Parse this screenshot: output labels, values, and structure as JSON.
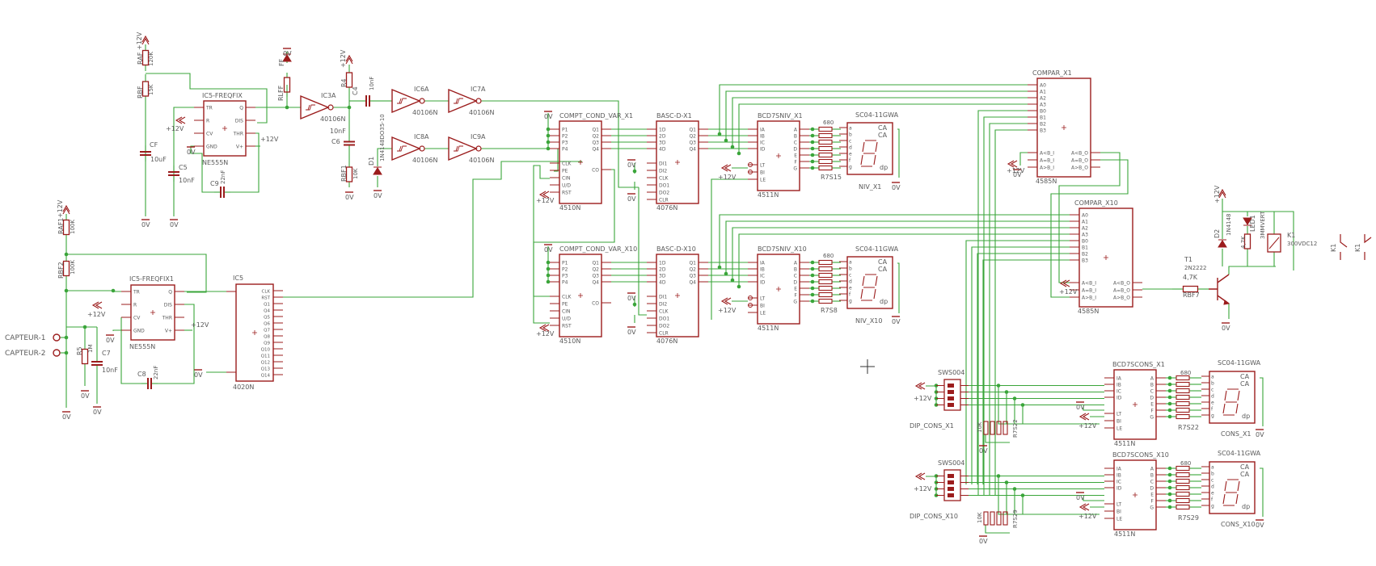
{
  "colors": {
    "wire": "#3aa53a",
    "part": "#9b1c1c",
    "label": "#5a5a5a",
    "background": "#ffffff"
  },
  "nets": {
    "vcc": "+12V",
    "gnd": "0V",
    "inputs": [
      "CAPTEUR-1",
      "CAPTEUR-2"
    ]
  },
  "parts": {
    "ic5_freqfix": {
      "name": "IC5-FREQFIX",
      "value": "NE555N"
    },
    "ic5_freqfix1": {
      "name": "IC5-FREQFIX1",
      "value": "NE555N"
    },
    "ic5": {
      "name": "IC5",
      "value": "4020N"
    },
    "ic3a": {
      "name": "IC3A",
      "value": "40106N"
    },
    "ic6a": {
      "name": "IC6A",
      "value": "40106N"
    },
    "ic7a": {
      "name": "IC7A",
      "value": "40106N"
    },
    "ic8a": {
      "name": "IC8A",
      "value": "40106N"
    },
    "ic9a": {
      "name": "IC9A",
      "value": "40106N"
    },
    "compt_x1": {
      "name": "COMPT_COND_VAR_X1",
      "value": "4510N"
    },
    "compt_x10": {
      "name": "COMPT_COND_VAR_X10",
      "value": "4510N"
    },
    "basc_x1": {
      "name": "BASC-D-X1",
      "value": "4076N"
    },
    "basc_x10": {
      "name": "BASC-D-X10",
      "value": "4076N"
    },
    "bcd_niv_x1": {
      "name": "BCD7SNIV_X1",
      "value": "4511N"
    },
    "bcd_niv_x10": {
      "name": "BCD7SNIV_X10",
      "value": "4511N"
    },
    "bcd_cons_x1": {
      "name": "BCD7SCONS_X1",
      "value": "4511N"
    },
    "bcd_cons_x10": {
      "name": "BCD7SCONS_X10",
      "value": "4511N"
    },
    "disp_niv_x1": {
      "name": "SC04-11GWA",
      "value": "NIV_X1"
    },
    "disp_niv_x10": {
      "name": "SC04-11GWA",
      "value": "NIV_X10"
    },
    "disp_cons_x1": {
      "name": "SC04-11GWA",
      "value": "CONS_X1"
    },
    "disp_cons_x10": {
      "name": "SC04-11GWA",
      "value": "CONS_X10"
    },
    "compar_x1": {
      "name": "COMPAR_X1",
      "value": "4585N"
    },
    "compar_x10": {
      "name": "COMPAR_X10",
      "value": "4585N"
    },
    "dip_x1": {
      "name": "SWS004",
      "value": "DIP_CONS_X1"
    },
    "dip_x10": {
      "name": "SWS004",
      "value": "DIP_CONS_X10"
    },
    "rnet": [
      "R7S15",
      "R7S8",
      "R7S22",
      "R7S29"
    ],
    "rnet_value": "680",
    "raf": {
      "name": "RAF",
      "value": "120K"
    },
    "rbf": {
      "name": "RBF",
      "value": "15K"
    },
    "raf1": {
      "name": "RAF1",
      "value": "100K"
    },
    "rbf2": {
      "name": "RBF2",
      "value": "100K"
    },
    "rlff": "RLFF",
    "ff": "FF",
    "r4": "R4",
    "rbf1": {
      "name": "RBF1",
      "value": "10K"
    },
    "r5": {
      "name": "R5",
      "value": "1M"
    },
    "cf": {
      "name": "CF",
      "value": "10uF"
    },
    "c5": {
      "name": "C5",
      "value": "10nF"
    },
    "c9": {
      "name": "C9",
      "value": "22nF"
    },
    "c7": {
      "name": "C7",
      "value": "10nF"
    },
    "c8": {
      "name": "C8",
      "value": "22nF"
    },
    "c4": {
      "name": "C4",
      "value": "10nF"
    },
    "c6": {
      "name": "C6",
      "value": "10nF"
    },
    "d1": {
      "name": "D1",
      "value": "1N4148DO35-10"
    },
    "d2": {
      "name": "D2",
      "value": "1N4148"
    },
    "t1": {
      "name": "T1",
      "value": "2N2222"
    },
    "rbf7": {
      "name": "RBF7",
      "value": "4,7K"
    },
    "led1": {
      "name": "LED1",
      "value": "3MMVERT"
    },
    "r47k": "4,7K",
    "k1": {
      "name": "K1",
      "value": "300VDC12"
    },
    "pullups": "10K"
  },
  "pins": {
    "ne555": [
      "TR",
      "Q",
      "R",
      "DIS",
      "CV",
      "THR",
      "GND",
      "V+"
    ],
    "counter4510": [
      "P1",
      "P2",
      "P3",
      "P4",
      "CLK",
      "PE",
      "CIN",
      "U/D",
      "RST",
      "Q1",
      "Q2",
      "Q3",
      "Q4",
      "CO"
    ],
    "dff4076": [
      "1D",
      "2D",
      "3D",
      "4D",
      "Q1",
      "Q2",
      "Q3",
      "Q4",
      "CLK",
      "DI1",
      "DI2",
      "DO1",
      "DO2",
      "CLR"
    ],
    "bcd4511": [
      "IA",
      "IB",
      "IC",
      "ID",
      "LT",
      "BI",
      "LE",
      "A",
      "B",
      "C",
      "D",
      "E",
      "F",
      "G"
    ],
    "comp4585": [
      "A0",
      "A1",
      "A2",
      "A3",
      "B0",
      "B1",
      "B2",
      "B3",
      "A<B_I",
      "A=B_I",
      "A>B_I",
      "A<B_O",
      "A=B_O",
      "A>B_O"
    ],
    "div4020": [
      "CLK",
      "RST",
      "Q1",
      "Q4",
      "Q5",
      "Q6",
      "Q7",
      "Q8",
      "Q9",
      "Q10",
      "Q11",
      "Q12",
      "Q13",
      "Q14"
    ],
    "seg": [
      "a",
      "b",
      "c",
      "d",
      "e",
      "f",
      "g"
    ]
  },
  "display": {
    "ca": "CA",
    "dp": "dp"
  }
}
